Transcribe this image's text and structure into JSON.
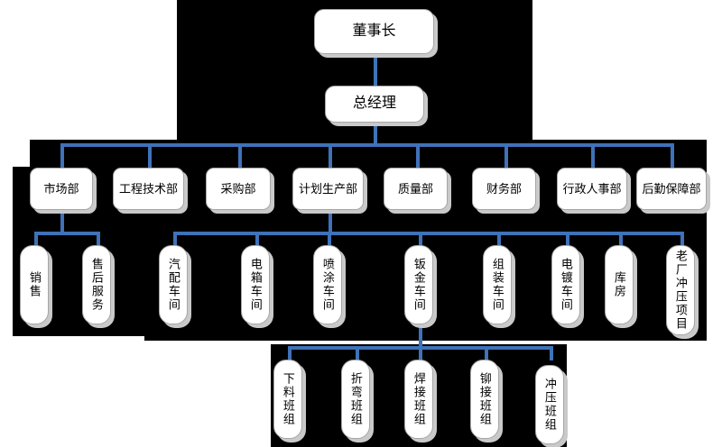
{
  "chart": {
    "type": "org-chart",
    "title": "",
    "colors": {
      "connector": "#3f72b8",
      "node_fill": "#ffffff",
      "node_border": "#a6a6a6",
      "node_shadow": "#c9c9c9",
      "backdrop": "#000000",
      "page": "#ffffff"
    },
    "levels": [
      {
        "level": 1,
        "orientation": "horizontal",
        "nodes": [
          {
            "id": "n-chairman",
            "label": "董事长"
          }
        ]
      },
      {
        "level": 2,
        "orientation": "horizontal",
        "nodes": [
          {
            "id": "n-gm",
            "label": "总经理"
          }
        ]
      },
      {
        "level": 3,
        "orientation": "horizontal",
        "nodes": [
          {
            "id": "n-dept-0",
            "label": "市场部"
          },
          {
            "id": "n-dept-1",
            "label": "工程技术部"
          },
          {
            "id": "n-dept-2",
            "label": "采购部"
          },
          {
            "id": "n-dept-3",
            "label": "计划生产部"
          },
          {
            "id": "n-dept-4",
            "label": "质量部"
          },
          {
            "id": "n-dept-5",
            "label": "财务部"
          },
          {
            "id": "n-dept-6",
            "label": "行政人事部"
          },
          {
            "id": "n-dept-7",
            "label": "后勤保障部"
          }
        ]
      },
      {
        "level": 4,
        "orientation": "vertical",
        "nodes": [
          {
            "id": "n-unit-0",
            "label": "销售",
            "parent": "n-dept-0"
          },
          {
            "id": "n-unit-1",
            "label": "售后服务",
            "parent": "n-dept-0"
          },
          {
            "id": "n-unit-2",
            "label": "汽配车间",
            "parent": "n-dept-3"
          },
          {
            "id": "n-unit-3",
            "label": "电箱车间",
            "parent": "n-dept-3"
          },
          {
            "id": "n-unit-4",
            "label": "喷涂车间",
            "parent": "n-dept-3"
          },
          {
            "id": "n-unit-5",
            "label": "钣金车间",
            "parent": "n-dept-3"
          },
          {
            "id": "n-unit-6",
            "label": "组装车间",
            "parent": "n-dept-3"
          },
          {
            "id": "n-unit-7",
            "label": "电镀车间",
            "parent": "n-dept-3"
          },
          {
            "id": "n-unit-8",
            "label": "库房",
            "parent": "n-dept-3"
          },
          {
            "id": "n-unit-9",
            "label": "老厂冲压项目",
            "parent": "n-dept-3"
          }
        ]
      },
      {
        "level": 5,
        "orientation": "vertical",
        "nodes": [
          {
            "id": "n-team-0",
            "label": "下料班组",
            "parent": "n-unit-5"
          },
          {
            "id": "n-team-1",
            "label": "折弯班组",
            "parent": "n-unit-5"
          },
          {
            "id": "n-team-2",
            "label": "焊接班组",
            "parent": "n-unit-5"
          },
          {
            "id": "n-team-3",
            "label": "铆接班组",
            "parent": "n-unit-5"
          },
          {
            "id": "n-team-4",
            "label": "冲压班组",
            "parent": "n-unit-5"
          }
        ]
      }
    ]
  }
}
